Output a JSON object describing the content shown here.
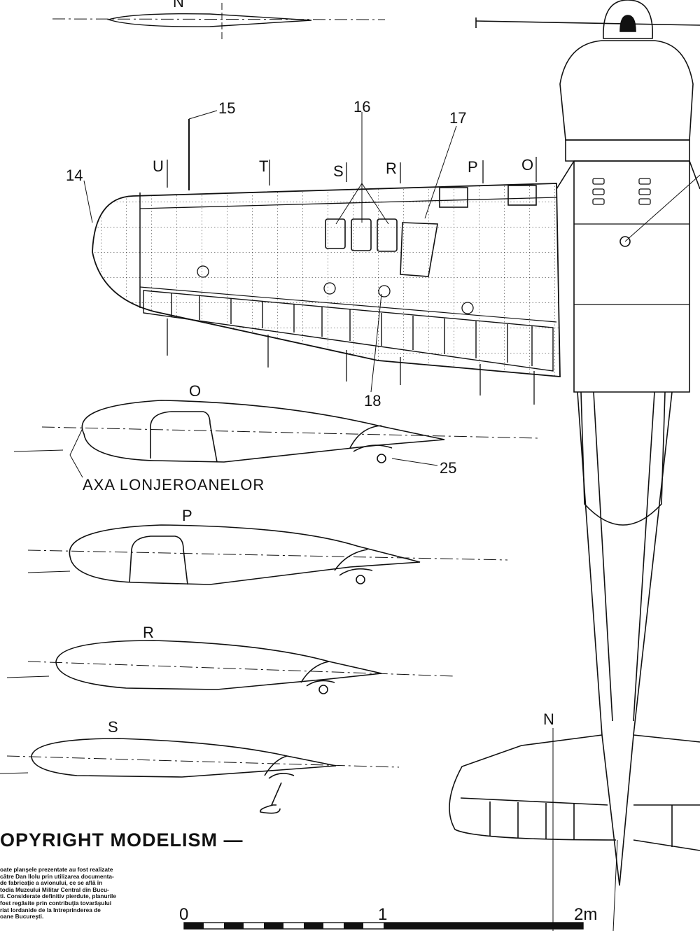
{
  "top_section_label": "N",
  "callouts": [
    "14",
    "15",
    "16",
    "17",
    "18",
    "25"
  ],
  "station_labels": [
    "U",
    "T",
    "S",
    "R",
    "P",
    "O"
  ],
  "section_views": [
    {
      "label": "O"
    },
    {
      "label": "P"
    },
    {
      "label": "R"
    },
    {
      "label": "S"
    }
  ],
  "axis_note": "AXA LONJEROANELOR",
  "tail_section_label": "N",
  "copyright": "OPYRIGHT MODELISM —",
  "credit_lines": [
    "oate planşele prezentate au fost realizate",
    "către Dan Ilolu prin utilizarea documenta-",
    "de fabricaţie a avionului, ce se află în",
    "todia Muzeului Militar Central din Bucu-",
    "ti. Considerate definitiv pierdute, planurile",
    "fost regăsite prin contribuţia tovarăşului",
    "riat Iordanide de la Intreprinderea de",
    "oane Bucureşti."
  ],
  "scale_bar": {
    "labels": [
      "0",
      "1",
      "2m"
    ]
  },
  "colors": {
    "ink": "#111111",
    "paper": "#ffffff"
  }
}
